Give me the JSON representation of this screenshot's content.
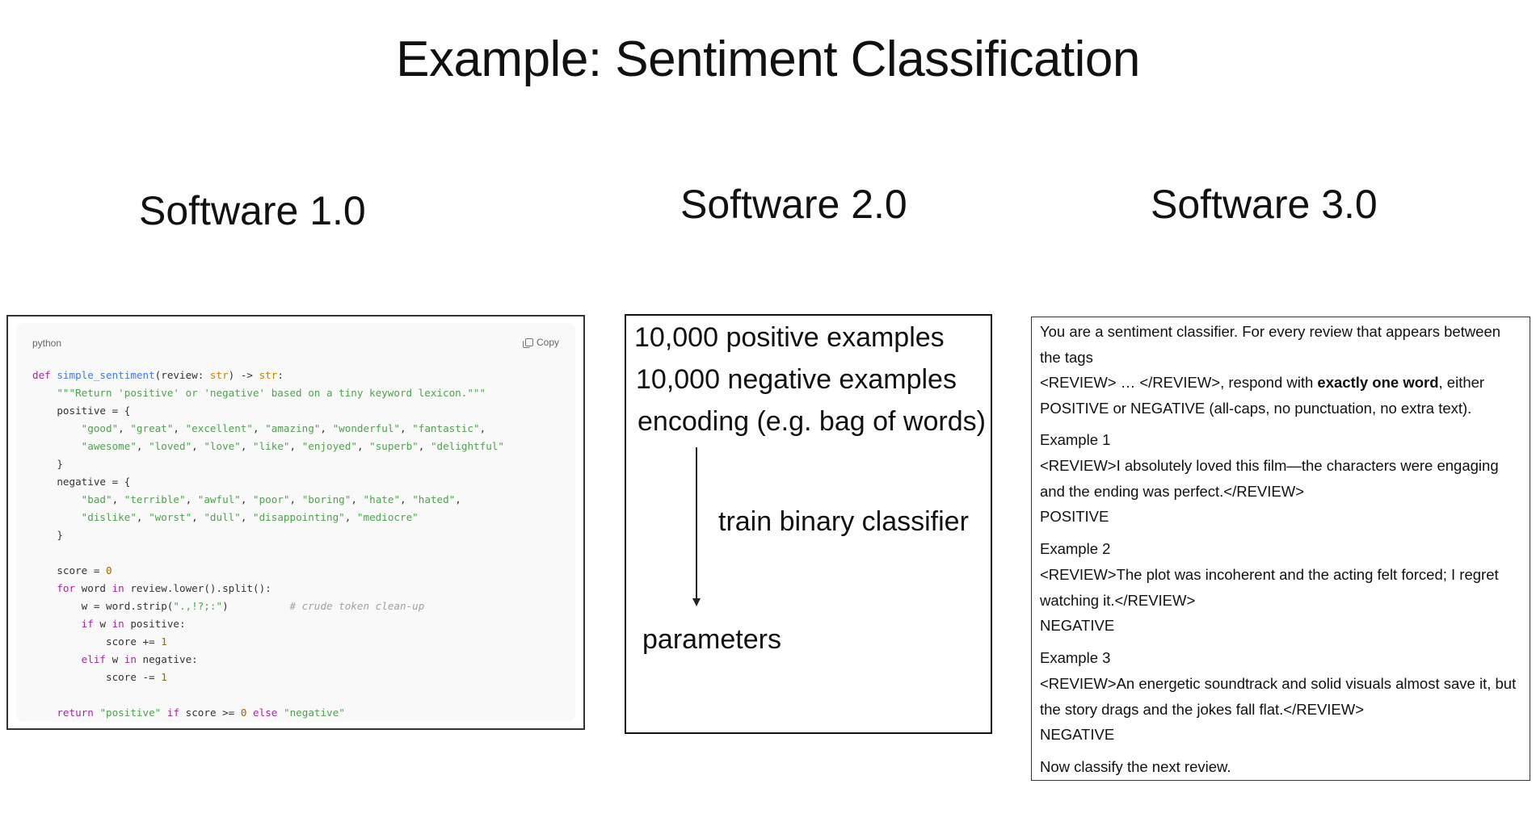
{
  "title": "Example: Sentiment Classification",
  "headings": [
    "Software 1.0",
    "Software 2.0",
    "Software 3.0"
  ],
  "software1": {
    "language_label": "python",
    "copy_label": "Copy",
    "code_lines": [
      "def simple_sentiment(review: str) -> str:",
      "    \"\"\"Return 'positive' or 'negative' based on a tiny keyword lexicon.\"\"\"",
      "    positive = {",
      "        \"good\", \"great\", \"excellent\", \"amazing\", \"wonderful\", \"fantastic\",",
      "        \"awesome\", \"loved\", \"love\", \"like\", \"enjoyed\", \"superb\", \"delightful\"",
      "    }",
      "    negative = {",
      "        \"bad\", \"terrible\", \"awful\", \"poor\", \"boring\", \"hate\", \"hated\",",
      "        \"dislike\", \"worst\", \"dull\", \"disappointing\", \"mediocre\"",
      "    }",
      "",
      "    score = 0",
      "    for word in review.lower().split():",
      "        w = word.strip(\".,!?;:\")          # crude token clean-up",
      "        if w in positive:",
      "            score += 1",
      "        elif w in negative:",
      "            score -= 1",
      "",
      "    return \"positive\" if score >= 0 else \"negative\""
    ]
  },
  "software2": {
    "line1": "10,000 positive examples",
    "line2": "10,000 negative examples",
    "line3": "encoding (e.g. bag of words)",
    "arrow_label": "train binary classifier",
    "output": "parameters"
  },
  "software3": {
    "intro_line1": "You are a sentiment classifier. For every review that appears between the tags",
    "intro_line2_pre": "<REVIEW> … </REVIEW>, respond with ",
    "intro_line2_bold": "exactly one word",
    "intro_line2_post": ", either",
    "intro_line3": "POSITIVE or NEGATIVE (all-caps, no punctuation, no extra text).",
    "ex1_label": "Example 1",
    "ex1_review": "<REVIEW>I absolutely loved this film—the characters were engaging and the ending was perfect.</REVIEW>",
    "ex1_answer": "POSITIVE",
    "ex2_label": "Example 2",
    "ex2_review": "<REVIEW>The plot was incoherent and the acting felt forced; I regret watching it.</REVIEW>",
    "ex2_answer": "NEGATIVE",
    "ex3_label": "Example 3",
    "ex3_review": "<REVIEW>An energetic soundtrack and solid visuals almost save it, but the story drags and the jokes fall flat.</REVIEW>",
    "ex3_answer": "NEGATIVE",
    "closing": "Now classify the next review."
  },
  "colors": {
    "keyword": "#a626a4",
    "function": "#4078f2",
    "type": "#c18401",
    "string": "#50a14f",
    "number": "#986801",
    "comment": "#a0a1a7"
  }
}
